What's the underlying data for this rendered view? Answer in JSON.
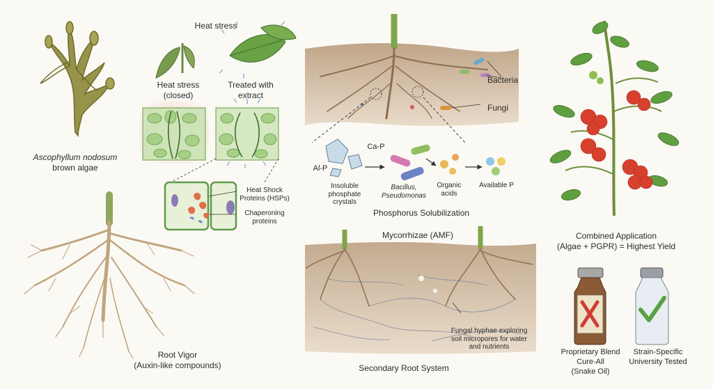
{
  "algae": {
    "species": "Ascophyllum nodosum",
    "type": "brown algae"
  },
  "heat_stress": {
    "title": "Heat stress",
    "closed_label": "Heat stress (closed)",
    "treated_label": "Treated with extract",
    "hsp_label": "Heat Shock Proteins (HSPs)",
    "chaperone_label": "Chaperoning proteins"
  },
  "root_vigor": {
    "title": "Root Vigor",
    "subtitle": "(Auxin-like compounds)"
  },
  "soil_top": {
    "bacteria_label": "Bacteria",
    "fungi_label": "Fungi"
  },
  "phosphorus": {
    "ca_p": "Ca-P",
    "al_p": "Al-P",
    "crystals_label": "Insoluble phosphate crystals",
    "microbes_label": "Bacillus, Pseudomonas",
    "acids_label": "Organic acids",
    "available_label": "Available P",
    "title": "Phosphorus Solubilization"
  },
  "mycorrhizae": {
    "title": "Mycorrhizae (AMF)",
    "hyphae_label": "Fungal hyphae exploring soil micropores for water and nutrients",
    "secondary_label": "Secondary Root System"
  },
  "tomato": {
    "line1": "Combined Application",
    "line2": "(Algae + PGPR) = Highest Yield"
  },
  "bottles": {
    "bad_line1": "Proprietary Blend",
    "bad_line2": "Cure-All",
    "bad_line3": "(Snake Oil)",
    "good_line1": "Strain-Specific",
    "good_line2": "University Tested"
  },
  "colors": {
    "algae": "#8a8a3a",
    "leaf": "#6f9a46",
    "cell_wall": "#5f9a4a",
    "root": "#c9b28a",
    "soil": "#cdb497",
    "tomato": "#d8402e",
    "cross": "#d23b35",
    "check": "#5aa245",
    "bottle_amber": "#8b5a36"
  },
  "icons": [
    "cross-icon",
    "check-icon",
    "arrow-icon"
  ]
}
